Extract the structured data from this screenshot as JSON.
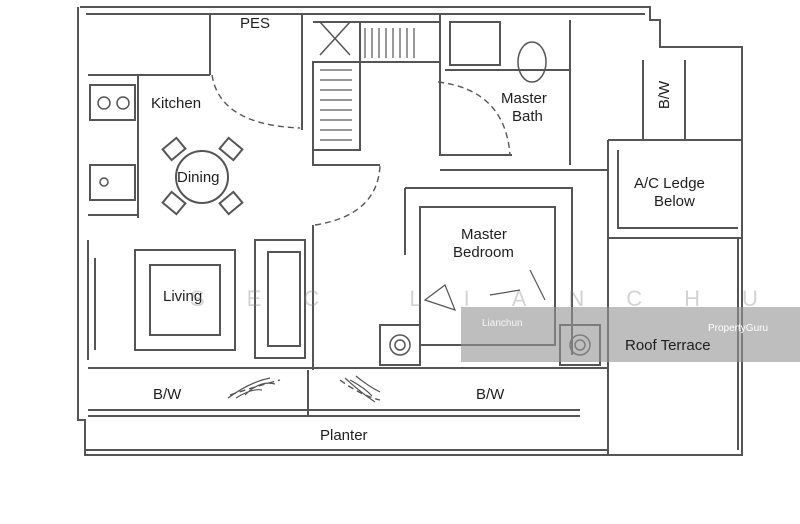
{
  "rooms": {
    "pes": "PES",
    "kitchen": "Kitchen",
    "dining": "Dining",
    "master_bath_1": "Master",
    "master_bath_2": "Bath",
    "bw_right": "B/W",
    "ac_ledge_1": "A/C Ledge",
    "ac_ledge_2": "Below",
    "master_bedroom_1": "Master",
    "master_bedroom_2": "Bedroom",
    "living": "Living",
    "roof_terrace": "Roof Terrace",
    "bw_left": "B/W",
    "bw_mid": "B/W",
    "planter": "Planter"
  },
  "watermark": {
    "agent": "SEC LIANCHUN",
    "small": "Lianchun",
    "brand": "PropertyGuru"
  }
}
